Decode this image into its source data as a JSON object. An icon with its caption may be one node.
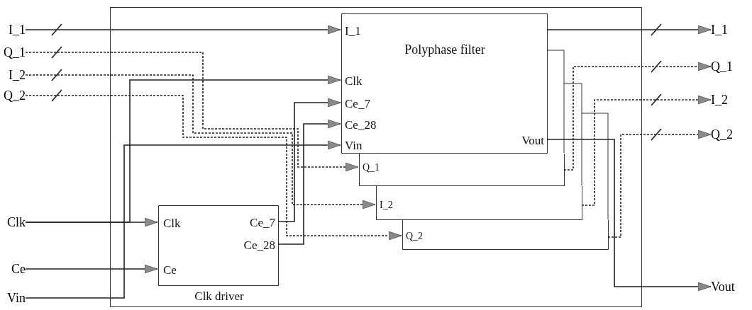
{
  "diagram": {
    "nodes": [
      {
        "text": [],
        "shape": "box"
      },
      {
        "text": [
          "I_1",
          "Polyphase filter",
          "Clk",
          "Ce_7",
          "Ce_28",
          "Vin",
          "Vout"
        ],
        "in": 0
      },
      {
        "text": [
          "Q_1"
        ],
        "in": 0
      },
      {
        "text": [
          "I_2"
        ],
        "in": 0
      },
      {
        "text": [
          "Q_2"
        ],
        "in": 0
      },
      {
        "text": [
          "Clk",
          "Ce_7",
          "Ce_28",
          "Ce",
          "Clk driver"
        ],
        "in": 0
      },
      {
        "text": [
          "I_1"
        ]
      },
      {
        "text": [
          "Q_1"
        ]
      },
      {
        "text": [
          "I_2"
        ]
      },
      {
        "text": [
          "Q_2"
        ]
      },
      {
        "text": [
          "Clk"
        ]
      },
      {
        "text": [
          "Ce"
        ]
      },
      {
        "text": [
          "Vin"
        ]
      },
      {
        "text": [
          "I_1"
        ]
      },
      {
        "text": [
          "Q_1"
        ]
      },
      {
        "text": [
          "I_2"
        ]
      },
      {
        "text": [
          "Q_2"
        ]
      },
      {
        "text": [
          "Vout"
        ]
      }
    ],
    "edges": [
      {
        "from": 6,
        "to": 1,
        "arrow": "to"
      },
      {
        "from": 7,
        "to": 2,
        "arrow": "to",
        "style": "dashed"
      },
      {
        "from": 8,
        "to": 3,
        "arrow": "to",
        "style": "dashed"
      },
      {
        "from": 9,
        "to": 4,
        "arrow": "to",
        "style": "dashed"
      },
      {
        "from": 10,
        "to": 5,
        "arrow": "to"
      },
      {
        "from": 10,
        "to": 1,
        "arrow": "to"
      },
      {
        "from": 11,
        "to": 5,
        "arrow": "to"
      },
      {
        "from": 12,
        "to": 1,
        "arrow": "to"
      },
      {
        "from": 5,
        "to": 1,
        "arrow": "to"
      },
      {
        "from": 5,
        "to": 1,
        "arrow": "to"
      },
      {
        "from": 1,
        "to": 13,
        "arrow": "to"
      },
      {
        "from": 2,
        "to": 14,
        "arrow": "to",
        "style": "dashed"
      },
      {
        "from": 3,
        "to": 15,
        "arrow": "to",
        "style": "dashed"
      },
      {
        "from": 4,
        "to": 16,
        "arrow": "to",
        "style": "dashed"
      },
      {
        "from": 1,
        "to": 17,
        "arrow": "to"
      }
    ]
  }
}
